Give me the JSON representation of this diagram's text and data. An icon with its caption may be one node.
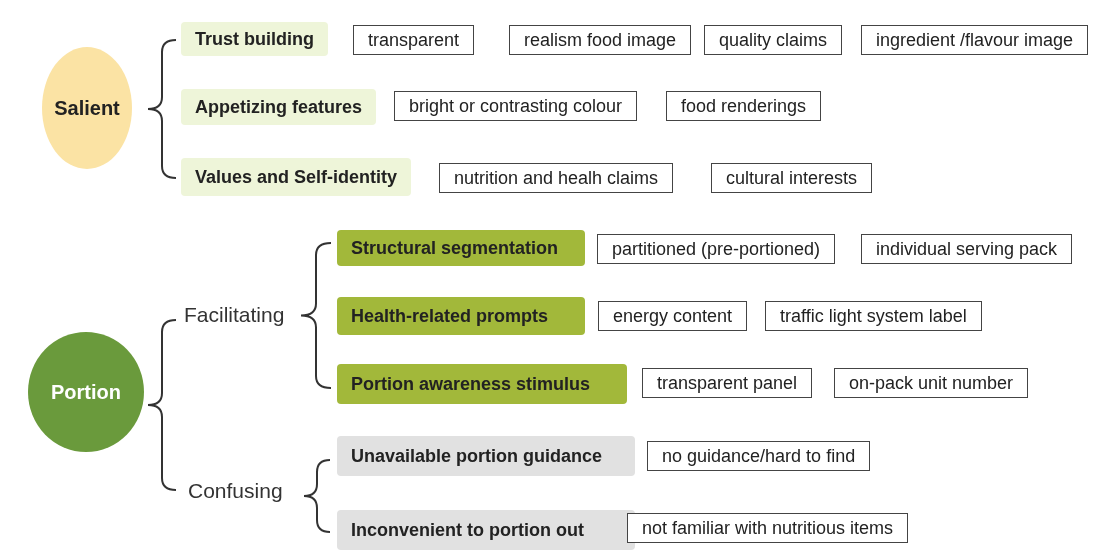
{
  "diagram": {
    "nodes": [
      {
        "text": [
          "Salient"
        ]
      },
      {
        "text": [
          "Trust building"
        ]
      },
      {
        "text": [
          "transparent"
        ]
      },
      {
        "text": [
          "realism food image"
        ]
      },
      {
        "text": [
          "quality claims"
        ]
      },
      {
        "text": [
          "ingredient /flavour image"
        ]
      },
      {
        "text": [
          "Appetizing features"
        ]
      },
      {
        "text": [
          "bright or contrasting colour"
        ]
      },
      {
        "text": [
          "food renderings"
        ]
      },
      {
        "text": [
          "Values and Self-identity"
        ]
      },
      {
        "text": [
          "nutrition and healh claims"
        ]
      },
      {
        "text": [
          "cultural interests"
        ]
      },
      {
        "text": [
          "Portion"
        ]
      },
      {
        "text": [
          "Structural segmentation"
        ]
      },
      {
        "text": [
          "partitioned (pre-portioned)"
        ]
      },
      {
        "text": [
          "individual serving pack"
        ]
      },
      {
        "text": [
          "Health-related prompts"
        ]
      },
      {
        "text": [
          "energy content"
        ]
      },
      {
        "text": [
          "traffic light system label"
        ]
      },
      {
        "text": [
          "Portion awareness stimulus"
        ]
      },
      {
        "text": [
          "transparent panel"
        ]
      },
      {
        "text": [
          "on-pack unit number"
        ]
      },
      {
        "text": [
          "Unavailable portion guidance"
        ]
      },
      {
        "text": [
          "no guidance/hard to find"
        ]
      },
      {
        "text": [
          "Inconvenient to portion out"
        ]
      },
      {
        "text": [
          "not familiar with nutritious items"
        ]
      }
    ],
    "edges": [],
    "labels": [
      "Facilitating",
      "Confusing"
    ]
  }
}
